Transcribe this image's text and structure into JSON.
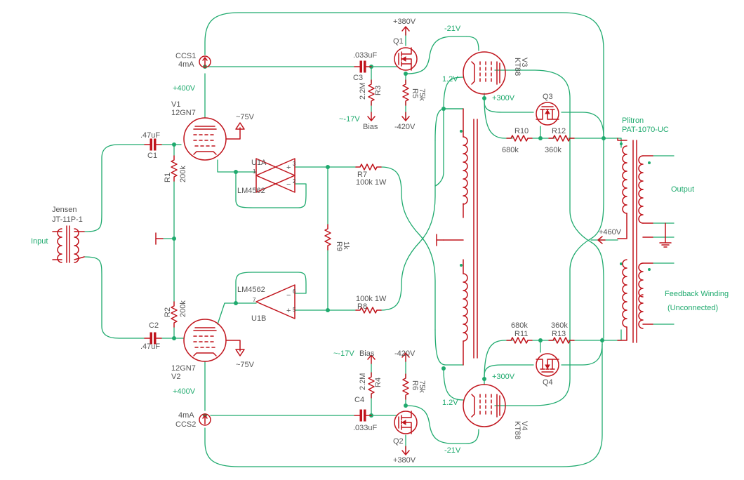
{
  "components": {
    "input_transformer": {
      "name": "Jensen",
      "part": "JT-11P-1"
    },
    "input_label": "Input",
    "c1": {
      "name": "C1",
      "value": ".47uF"
    },
    "c2": {
      "name": "C2",
      "value": ".47uF"
    },
    "r1": {
      "name": "R1",
      "value": "200k"
    },
    "r2": {
      "name": "R2",
      "value": "200k"
    },
    "v1": {
      "name": "V1",
      "type": "12GN7",
      "supply": "+400V",
      "cathode": "~75V"
    },
    "v2": {
      "name": "V2",
      "type": "12GN7",
      "supply": "+400V",
      "cathode": "~75V"
    },
    "ccs1": {
      "name": "CCS1",
      "value": "4mA"
    },
    "ccs2": {
      "name": "CCS2",
      "value": "4mA"
    },
    "u1a": {
      "name": "U1A",
      "part": "LM4562",
      "pins": [
        "3",
        "2",
        "1"
      ]
    },
    "u1b": {
      "name": "U1B",
      "part": "LM4562",
      "pins": [
        "7",
        "6",
        "5"
      ]
    },
    "r7": {
      "name": "R7",
      "value": "100k 1W"
    },
    "r8": {
      "name": "R8",
      "value": "100k 1W"
    },
    "r9": {
      "name": "R9",
      "value": "1k"
    },
    "c3": {
      "name": "C3",
      "value": ".033uF"
    },
    "c4": {
      "name": "C4",
      "value": ".033uF"
    },
    "r3": {
      "name": "R3",
      "value": "2.2M"
    },
    "r4": {
      "name": "R4",
      "value": "2.2M"
    },
    "r5": {
      "name": "R5",
      "value": "75k"
    },
    "r6": {
      "name": "R6",
      "value": "75k"
    },
    "q1": {
      "name": "Q1",
      "supply": "+380V"
    },
    "q2": {
      "name": "Q2",
      "supply": "+380V"
    },
    "bias_top": {
      "label": "Bias",
      "voltage": "~-17V",
      "neg_supply": "-420V"
    },
    "bias_bottom": {
      "label": "Bias",
      "voltage": "~-17V",
      "neg_supply": "-420V"
    },
    "v3": {
      "name": "V3",
      "type": "KT88",
      "grid": "-21V",
      "cathode": "1.2V",
      "screen": "+300V"
    },
    "v4": {
      "name": "V4",
      "type": "KT88",
      "grid": "-21V",
      "cathode": "1.2V",
      "screen": "+300V"
    },
    "q3": {
      "name": "Q3"
    },
    "q4": {
      "name": "Q4"
    },
    "r10": {
      "name": "R10",
      "value": "680k"
    },
    "r11": {
      "name": "R11",
      "value": "680k"
    },
    "r12": {
      "name": "R12",
      "value": "360k"
    },
    "r13": {
      "name": "R13",
      "value": "360k"
    },
    "output_transformer": {
      "name": "Plitron",
      "part": "PAT-1070-UC",
      "b_plus": "+460V"
    },
    "output_label": "Output",
    "feedback_label": "Feedback Winding",
    "feedback_note": "(Unconnected)"
  },
  "colors": {
    "wire": "#1faa6e",
    "symbol": "#c0141c",
    "text": "#555555"
  }
}
